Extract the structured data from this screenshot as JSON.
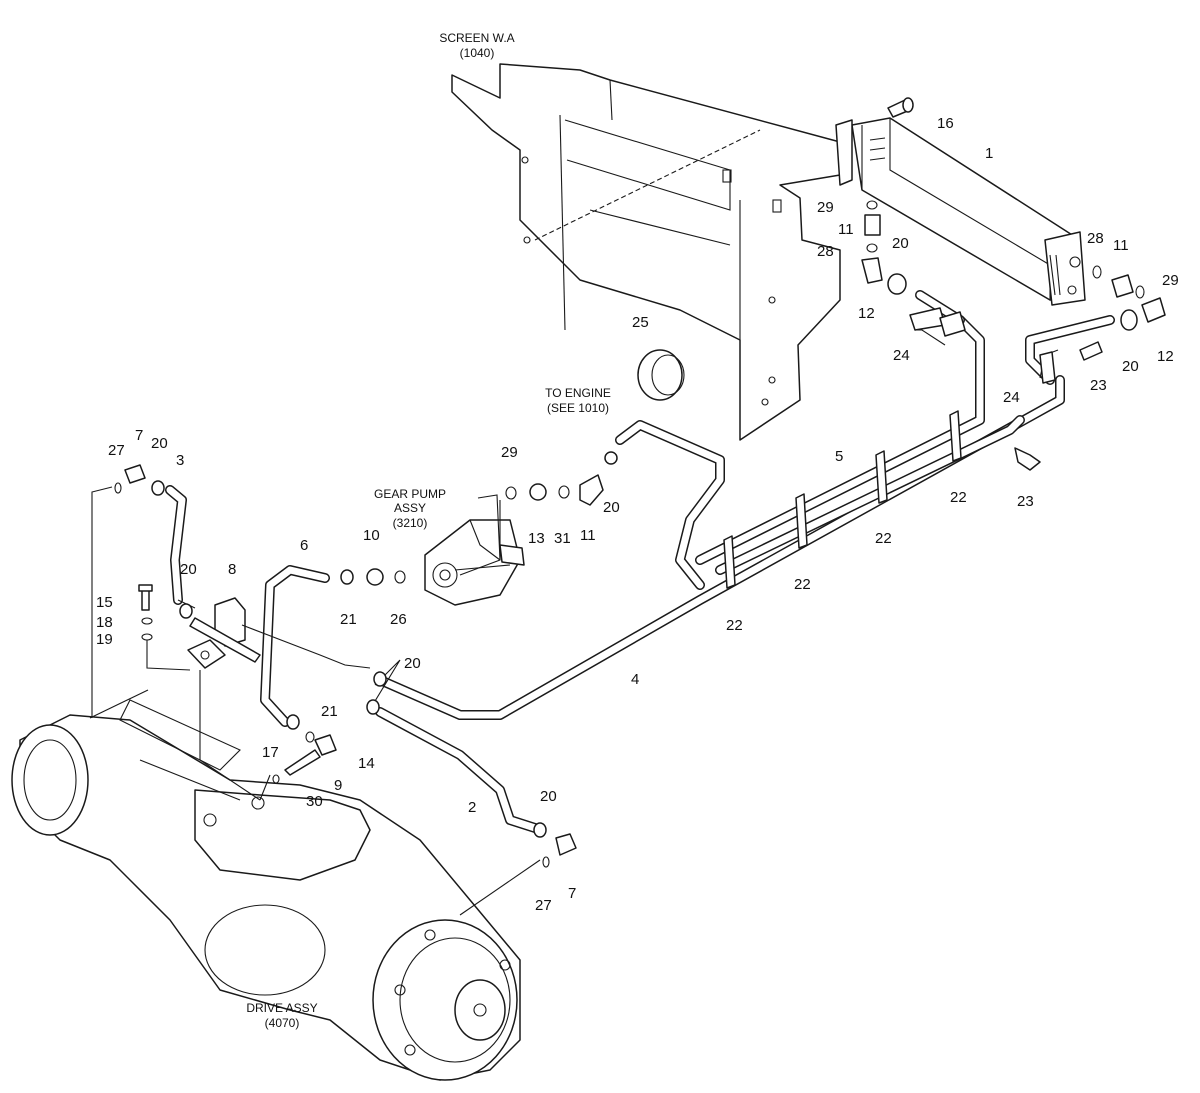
{
  "notes": {
    "screen": [
      "SCREEN W.A",
      "(1040)"
    ],
    "engine": [
      "TO ENGINE",
      "(SEE 1010)"
    ],
    "pump": [
      "GEAR PUMP",
      "ASSY",
      "(3210)"
    ],
    "drive": [
      "DRIVE ASSY",
      "(4070)"
    ]
  },
  "part_numbers": {
    "p1": "1",
    "p2": "2",
    "p3": "3",
    "p4": "4",
    "p5": "5",
    "p6": "6",
    "p7a": "7",
    "p7b": "7",
    "p8": "8",
    "p9": "9",
    "p10": "10",
    "p11a": "11",
    "p11b": "11",
    "p11c": "11",
    "p12a": "12",
    "p12b": "12",
    "p13": "13",
    "p14": "14",
    "p15": "15",
    "p16": "16",
    "p17": "17",
    "p18": "18",
    "p19": "19",
    "p20a": "20",
    "p20b": "20",
    "p20c": "20",
    "p20d": "20",
    "p20e": "20",
    "p20f": "20",
    "p20g": "20",
    "p21a": "21",
    "p21b": "21",
    "p22a": "22",
    "p22b": "22",
    "p22c": "22",
    "p22d": "22",
    "p23a": "23",
    "p23b": "23",
    "p24a": "24",
    "p24b": "24",
    "p25": "25",
    "p26": "26",
    "p27a": "27",
    "p27b": "27",
    "p28a": "28",
    "p28b": "28",
    "p29a": "29",
    "p29b": "29",
    "p29c": "29",
    "p30": "30",
    "p31": "31"
  }
}
